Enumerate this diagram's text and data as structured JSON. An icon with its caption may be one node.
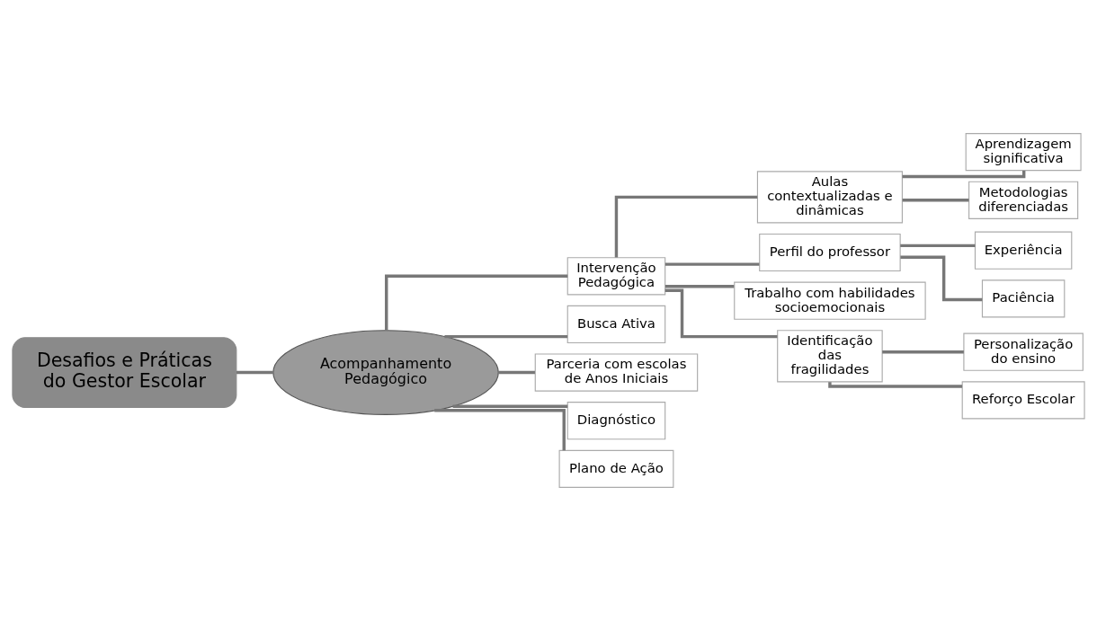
{
  "diagram": {
    "nodes": [
      {
        "text": [
          "Desafios e Práticas do Gestor Escolar"
        ]
      },
      {
        "text": [
          "Acompanhamento Pedagógico"
        ]
      },
      {
        "text": [
          "Intervenção Pedagógica"
        ]
      },
      {
        "text": [
          "Aulas contextualizadas e dinâmicas"
        ]
      },
      {
        "text": [
          "Aprendizagem significativa"
        ]
      },
      {
        "text": [
          "Metodologias diferenciadas"
        ]
      },
      {
        "text": [
          "Perfil do professor"
        ]
      },
      {
        "text": [
          "Experiência"
        ]
      },
      {
        "text": [
          "Paciência"
        ]
      },
      {
        "text": [
          "Trabalho com habilidades socioemocionais"
        ]
      },
      {
        "text": [
          "Identificação das fragilidades"
        ]
      },
      {
        "text": [
          "Personalização do ensino"
        ]
      },
      {
        "text": [
          "Reforço Escolar"
        ]
      },
      {
        "text": [
          "Busca Ativa"
        ]
      },
      {
        "text": [
          "Parceria com escolas de Anos Iniciais"
        ]
      },
      {
        "text": [
          "Diagnóstico"
        ]
      },
      {
        "text": [
          "Plano de Ação"
        ]
      }
    ],
    "edges": [
      {
        "from": 0,
        "to": 1,
        "arrow": "none"
      },
      {
        "from": 1,
        "to": 2,
        "arrow": "none"
      },
      {
        "from": 2,
        "to": 3,
        "arrow": "none"
      },
      {
        "from": 3,
        "to": 4,
        "arrow": "none"
      },
      {
        "from": 3,
        "to": 5,
        "arrow": "none"
      },
      {
        "from": 2,
        "to": 6,
        "arrow": "none"
      },
      {
        "from": 6,
        "to": 7,
        "arrow": "none"
      },
      {
        "from": 6,
        "to": 8,
        "arrow": "none"
      },
      {
        "from": 2,
        "to": 9,
        "arrow": "none"
      },
      {
        "from": 2,
        "to": 10,
        "arrow": "none"
      },
      {
        "from": 10,
        "to": 11,
        "arrow": "none"
      },
      {
        "from": 10,
        "to": 12,
        "arrow": "none"
      },
      {
        "from": 1,
        "to": 13,
        "arrow": "none"
      },
      {
        "from": 1,
        "to": 14,
        "arrow": "none"
      },
      {
        "from": 1,
        "to": 15,
        "arrow": "none"
      },
      {
        "from": 1,
        "to": 16,
        "arrow": "none"
      }
    ]
  }
}
